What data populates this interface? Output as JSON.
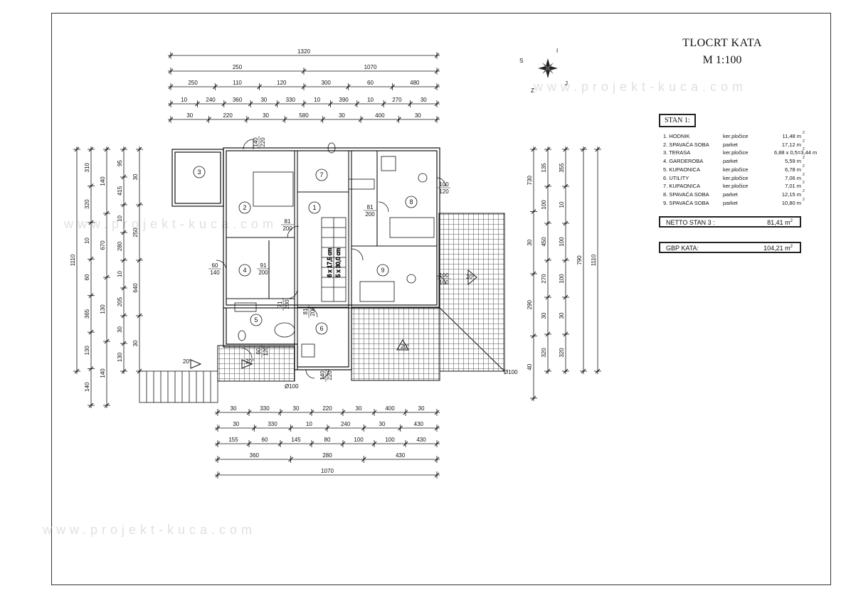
{
  "title": "TLOCRT KATA",
  "scale": "M 1:100",
  "compass": {
    "letters": [
      "S",
      "I",
      "Z",
      "J"
    ]
  },
  "stan_label": "STAN 1:",
  "rooms": [
    {
      "name": "1. HODNIK",
      "floor": "ker.pločice",
      "area": "11,48 m",
      "sup": "2"
    },
    {
      "name": "2. SPAVAĆA SOBA",
      "floor": "parket",
      "area": "17,12 m",
      "sup": "2"
    },
    {
      "name": "3. TERASA",
      "floor": "ker.pločice",
      "area": "6,88 x 0,5=3,44 m",
      "sup": "2"
    },
    {
      "name": "4. GARDEROBA",
      "floor": "parket",
      "area": "5,59 m",
      "sup": "2"
    },
    {
      "name": "5. KUPAONICA",
      "floor": "ker.pločice",
      "area": "6,78 m",
      "sup": "2"
    },
    {
      "name": "6. UTILITY",
      "floor": "ker.pločice",
      "area": "7,06 m",
      "sup": "2"
    },
    {
      "name": "7. KUPAONICA",
      "floor": "ker.pločice",
      "area": "7,01 m",
      "sup": "2"
    },
    {
      "name": "8. SPAVAĆA SOBA",
      "floor": "parket",
      "area": "12,15 m",
      "sup": "2"
    },
    {
      "name": "9. SPAVAĆA SOBA",
      "floor": "parket",
      "area": "10,80 m",
      "sup": "2"
    }
  ],
  "netto": {
    "label": "NETTO STAN 3 :",
    "value": "81,41 m",
    "sup": "2"
  },
  "gbp": {
    "label": "GBP KATA:",
    "value": "104,21 m",
    "sup": "2"
  },
  "top_dims": {
    "row1": [
      "1320"
    ],
    "row2": [
      "250",
      "1070"
    ],
    "row3": [
      "250",
      "110",
      "120",
      "300",
      "60",
      "480"
    ],
    "row4": [
      "10",
      "240",
      "360",
      "30",
      "330",
      "10",
      "390",
      "10",
      "270",
      "30"
    ],
    "row5": [
      "30",
      "220",
      "30",
      "580",
      "30",
      "400",
      "30"
    ]
  },
  "bottom_dims": {
    "row1": [
      "30",
      "330",
      "30",
      "220",
      "30",
      "400",
      "30"
    ],
    "row2": [
      "30",
      "330",
      "10",
      "240",
      "30",
      "430"
    ],
    "row3": [
      "155",
      "60",
      "145",
      "80",
      "100",
      "100",
      "430"
    ],
    "row4": [
      "360",
      "280",
      "430"
    ],
    "row5": [
      "1070"
    ]
  },
  "left_dims": {
    "a": [
      "310",
      "320",
      "10",
      "60",
      "365",
      "130",
      "140"
    ],
    "b": [
      "140",
      "670",
      "130",
      "140"
    ],
    "c": [
      "95",
      "415",
      "10",
      "280",
      "10",
      "205",
      "30",
      "130"
    ],
    "d": [
      "30",
      "250",
      "640",
      "30"
    ],
    "total": "1110"
  },
  "right_dims": {
    "a": [
      "730",
      "30",
      "290",
      "40"
    ],
    "b": [
      "135",
      "100",
      "450",
      "270",
      "30",
      "320"
    ],
    "c": [
      "355",
      "10",
      "100",
      "100",
      "30",
      "320"
    ],
    "d": [
      "790",
      "1110"
    ]
  },
  "room_numbers": [
    "1",
    "2",
    "3",
    "4",
    "5",
    "6",
    "7",
    "8",
    "9"
  ],
  "door_labels": [
    {
      "top": "140",
      "bottom": "220"
    },
    {
      "top": "81",
      "bottom": "200"
    },
    {
      "top": "60",
      "bottom": "140"
    },
    {
      "top": "91",
      "bottom": "200"
    },
    {
      "top": "71",
      "bottom": "200"
    },
    {
      "top": "81",
      "bottom": "200"
    },
    {
      "top": "100",
      "bottom": "120"
    },
    {
      "top": "81",
      "bottom": "200"
    },
    {
      "top": "100",
      "bottom": "100"
    },
    {
      "top": "60",
      "bottom": "120"
    },
    {
      "top": "140",
      "bottom": "220"
    }
  ],
  "stair_labels": [
    "6 x 17,5 cm",
    "5 x 30,0 cm"
  ],
  "slopes": [
    "20°",
    "20°",
    "20°",
    "20°"
  ],
  "drains": [
    "Ø100",
    "Ø100"
  ],
  "watermarks": [
    "www.projekt-kuca.com",
    "www.projekt-kuca.com",
    "www.projekt-kuca.com"
  ]
}
